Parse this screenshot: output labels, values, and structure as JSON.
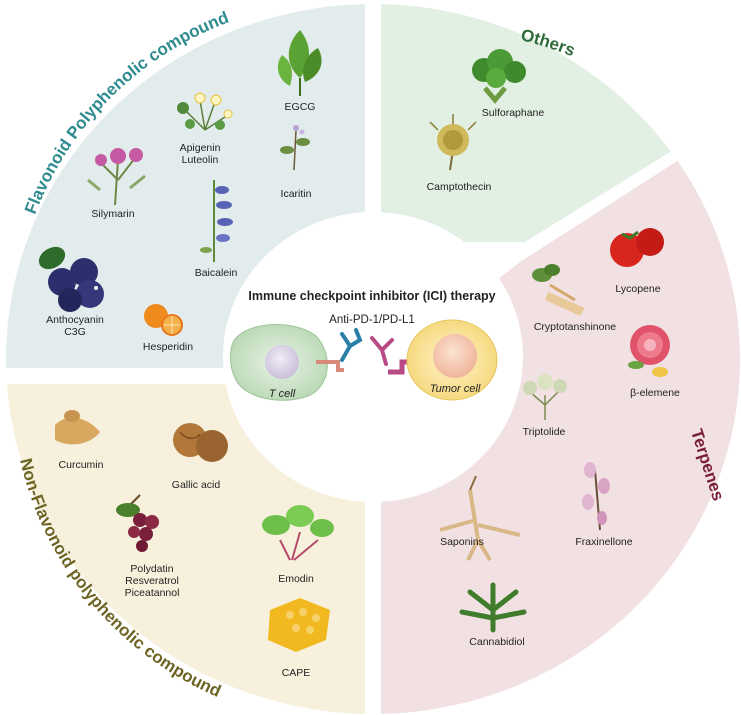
{
  "center": {
    "title": "Immune checkpoint inhibitor (ICI) therapy",
    "antibody_label": "Anti-PD-1/PD-L1",
    "t_cell_label": "T cell",
    "tumor_cell_label": "Tumor cell"
  },
  "categories": {
    "flavonoid": "Flavonoid Polyphenolic compound",
    "others": "Others",
    "terpenes": "Terpenes",
    "non_flavonoid": "Non-Flavonoid polyphenolic compound"
  },
  "colors": {
    "flavonoid_bg": "#e3ecec",
    "others_bg": "#e2efe3",
    "terpenes_bg": "#f2e1e2",
    "non_flavonoid_bg": "#f7f0dc",
    "flavonoid_text": "#2f8b8f",
    "others_text": "#2f6b3a",
    "terpenes_text": "#7a1f3a",
    "non_flavonoid_text": "#6e6524"
  },
  "compounds": {
    "egcg": "EGCG",
    "apigenin": "Apigenin",
    "luteolin": "Luteolin",
    "icaritin": "Icaritin",
    "silymarin": "Silymarin",
    "baicalein": "Baicalein",
    "anthocyanin": "Anthocyanin",
    "c3g": "C3G",
    "hesperidin": "Hesperidin",
    "sulforaphane": "Sulforaphane",
    "camptothecin": "Camptothecin",
    "lycopene": "Lycopene",
    "cryptotanshinone": "Cryptotanshinone",
    "beta_elemene": "β-elemene",
    "triptolide": "Triptolide",
    "fraxinellone": "Fraxinellone",
    "saponins": "Saponins",
    "cannabidiol": "Cannabidiol",
    "curcumin": "Curcumin",
    "gallic_acid": "Gallic acid",
    "polydatin": "Polydatin",
    "resveratrol": "Resveratrol",
    "piceatannol": "Piceatannol",
    "emodin": "Emodin",
    "cape": "CAPE"
  }
}
